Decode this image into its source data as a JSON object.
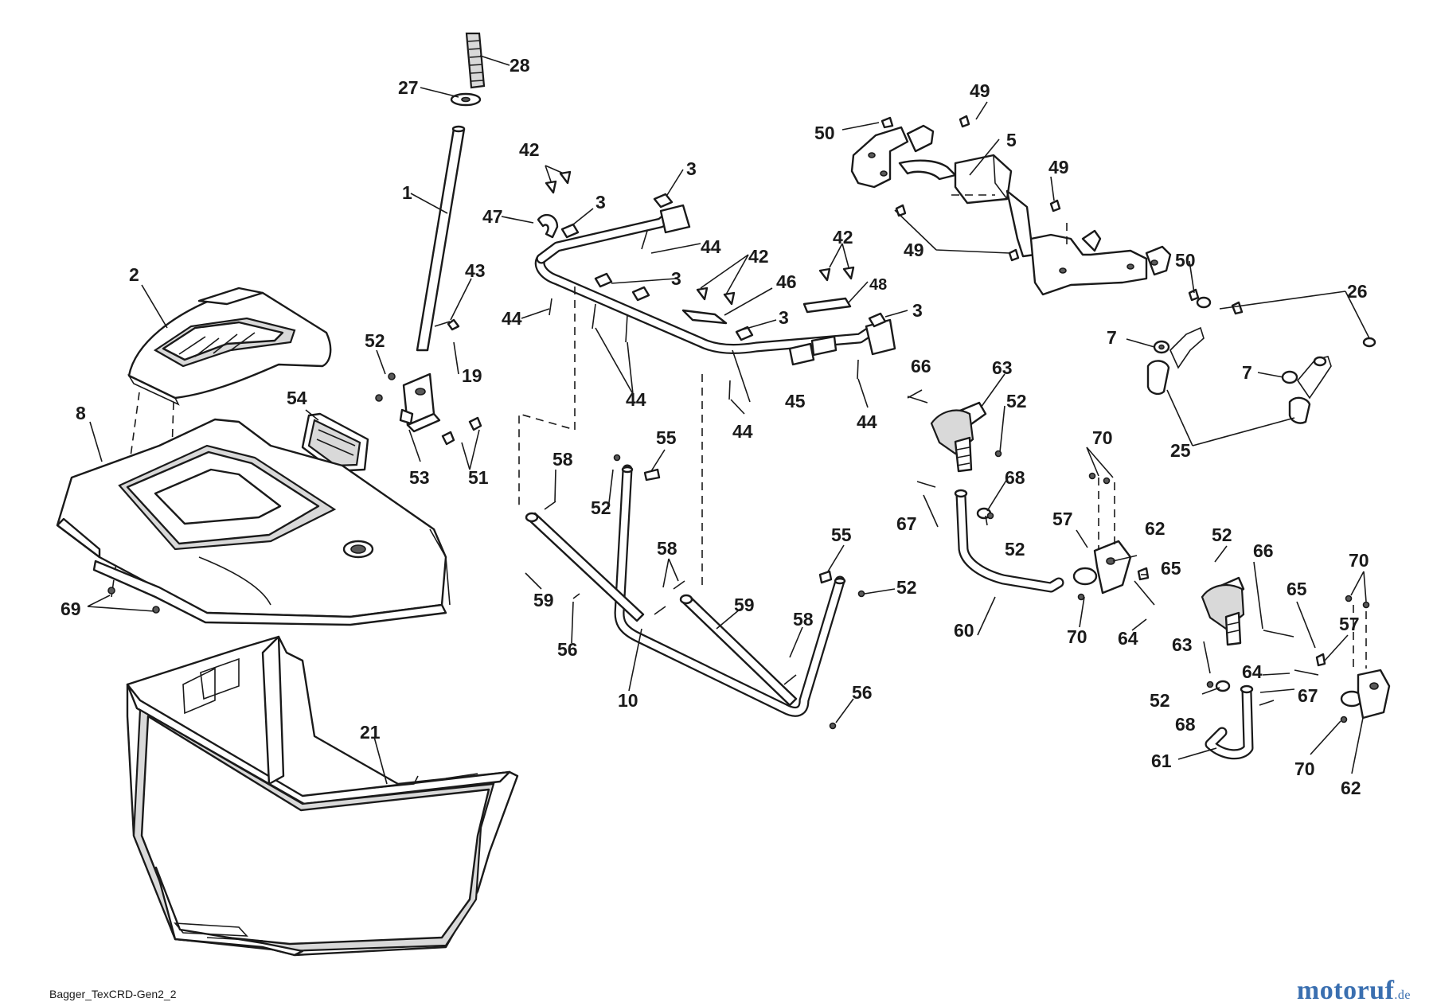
{
  "labels": {
    "l28": "28",
    "l27": "27",
    "l1": "1",
    "l2": "2",
    "l43": "43",
    "l52a": "52",
    "l19": "19",
    "l8": "8",
    "l54": "54",
    "l53": "53",
    "l51": "51",
    "l69": "69",
    "l21": "21",
    "l42a": "42",
    "l3a": "3",
    "l3b": "3",
    "l47": "47",
    "l44a": "44",
    "l44b": "44",
    "l3c": "3",
    "l42b": "42",
    "l46": "46",
    "l42c": "42",
    "l48": "48",
    "l3d": "3",
    "l3e": "3",
    "l44c": "44",
    "l45": "45",
    "l44d": "44",
    "l44e": "44",
    "l49a": "49",
    "l50a": "50",
    "l5": "5",
    "l49b": "49",
    "l49c": "49",
    "l50b": "50",
    "l26": "26",
    "l7a": "7",
    "l7b": "7",
    "l25": "25",
    "l66a": "66",
    "l63a": "63",
    "l52b": "52",
    "l55a": "55",
    "l58a": "58",
    "l52c": "52",
    "l67a": "67",
    "l68a": "68",
    "l52d": "52",
    "l70a": "70",
    "l57a": "57",
    "l62a": "62",
    "l65a": "65",
    "l59a": "59",
    "l58b": "58",
    "l56a": "56",
    "l55b": "55",
    "l52e": "52",
    "l59b": "59",
    "l58c": "58",
    "l10": "10",
    "l56b": "56",
    "l60": "60",
    "l70b": "70",
    "l64a": "64",
    "l52f": "52",
    "l66b": "66",
    "l70c": "70",
    "l65b": "65",
    "l63b": "63",
    "l57b": "57",
    "l64b": "64",
    "l52g": "52",
    "l67b": "67",
    "l68b": "68",
    "l61": "61",
    "l70d": "70",
    "l62b": "62"
  },
  "footer": {
    "code": "Bagger_TexCRD-Gen2_2",
    "brand": "motoruf",
    "brand_tld": ".de"
  }
}
